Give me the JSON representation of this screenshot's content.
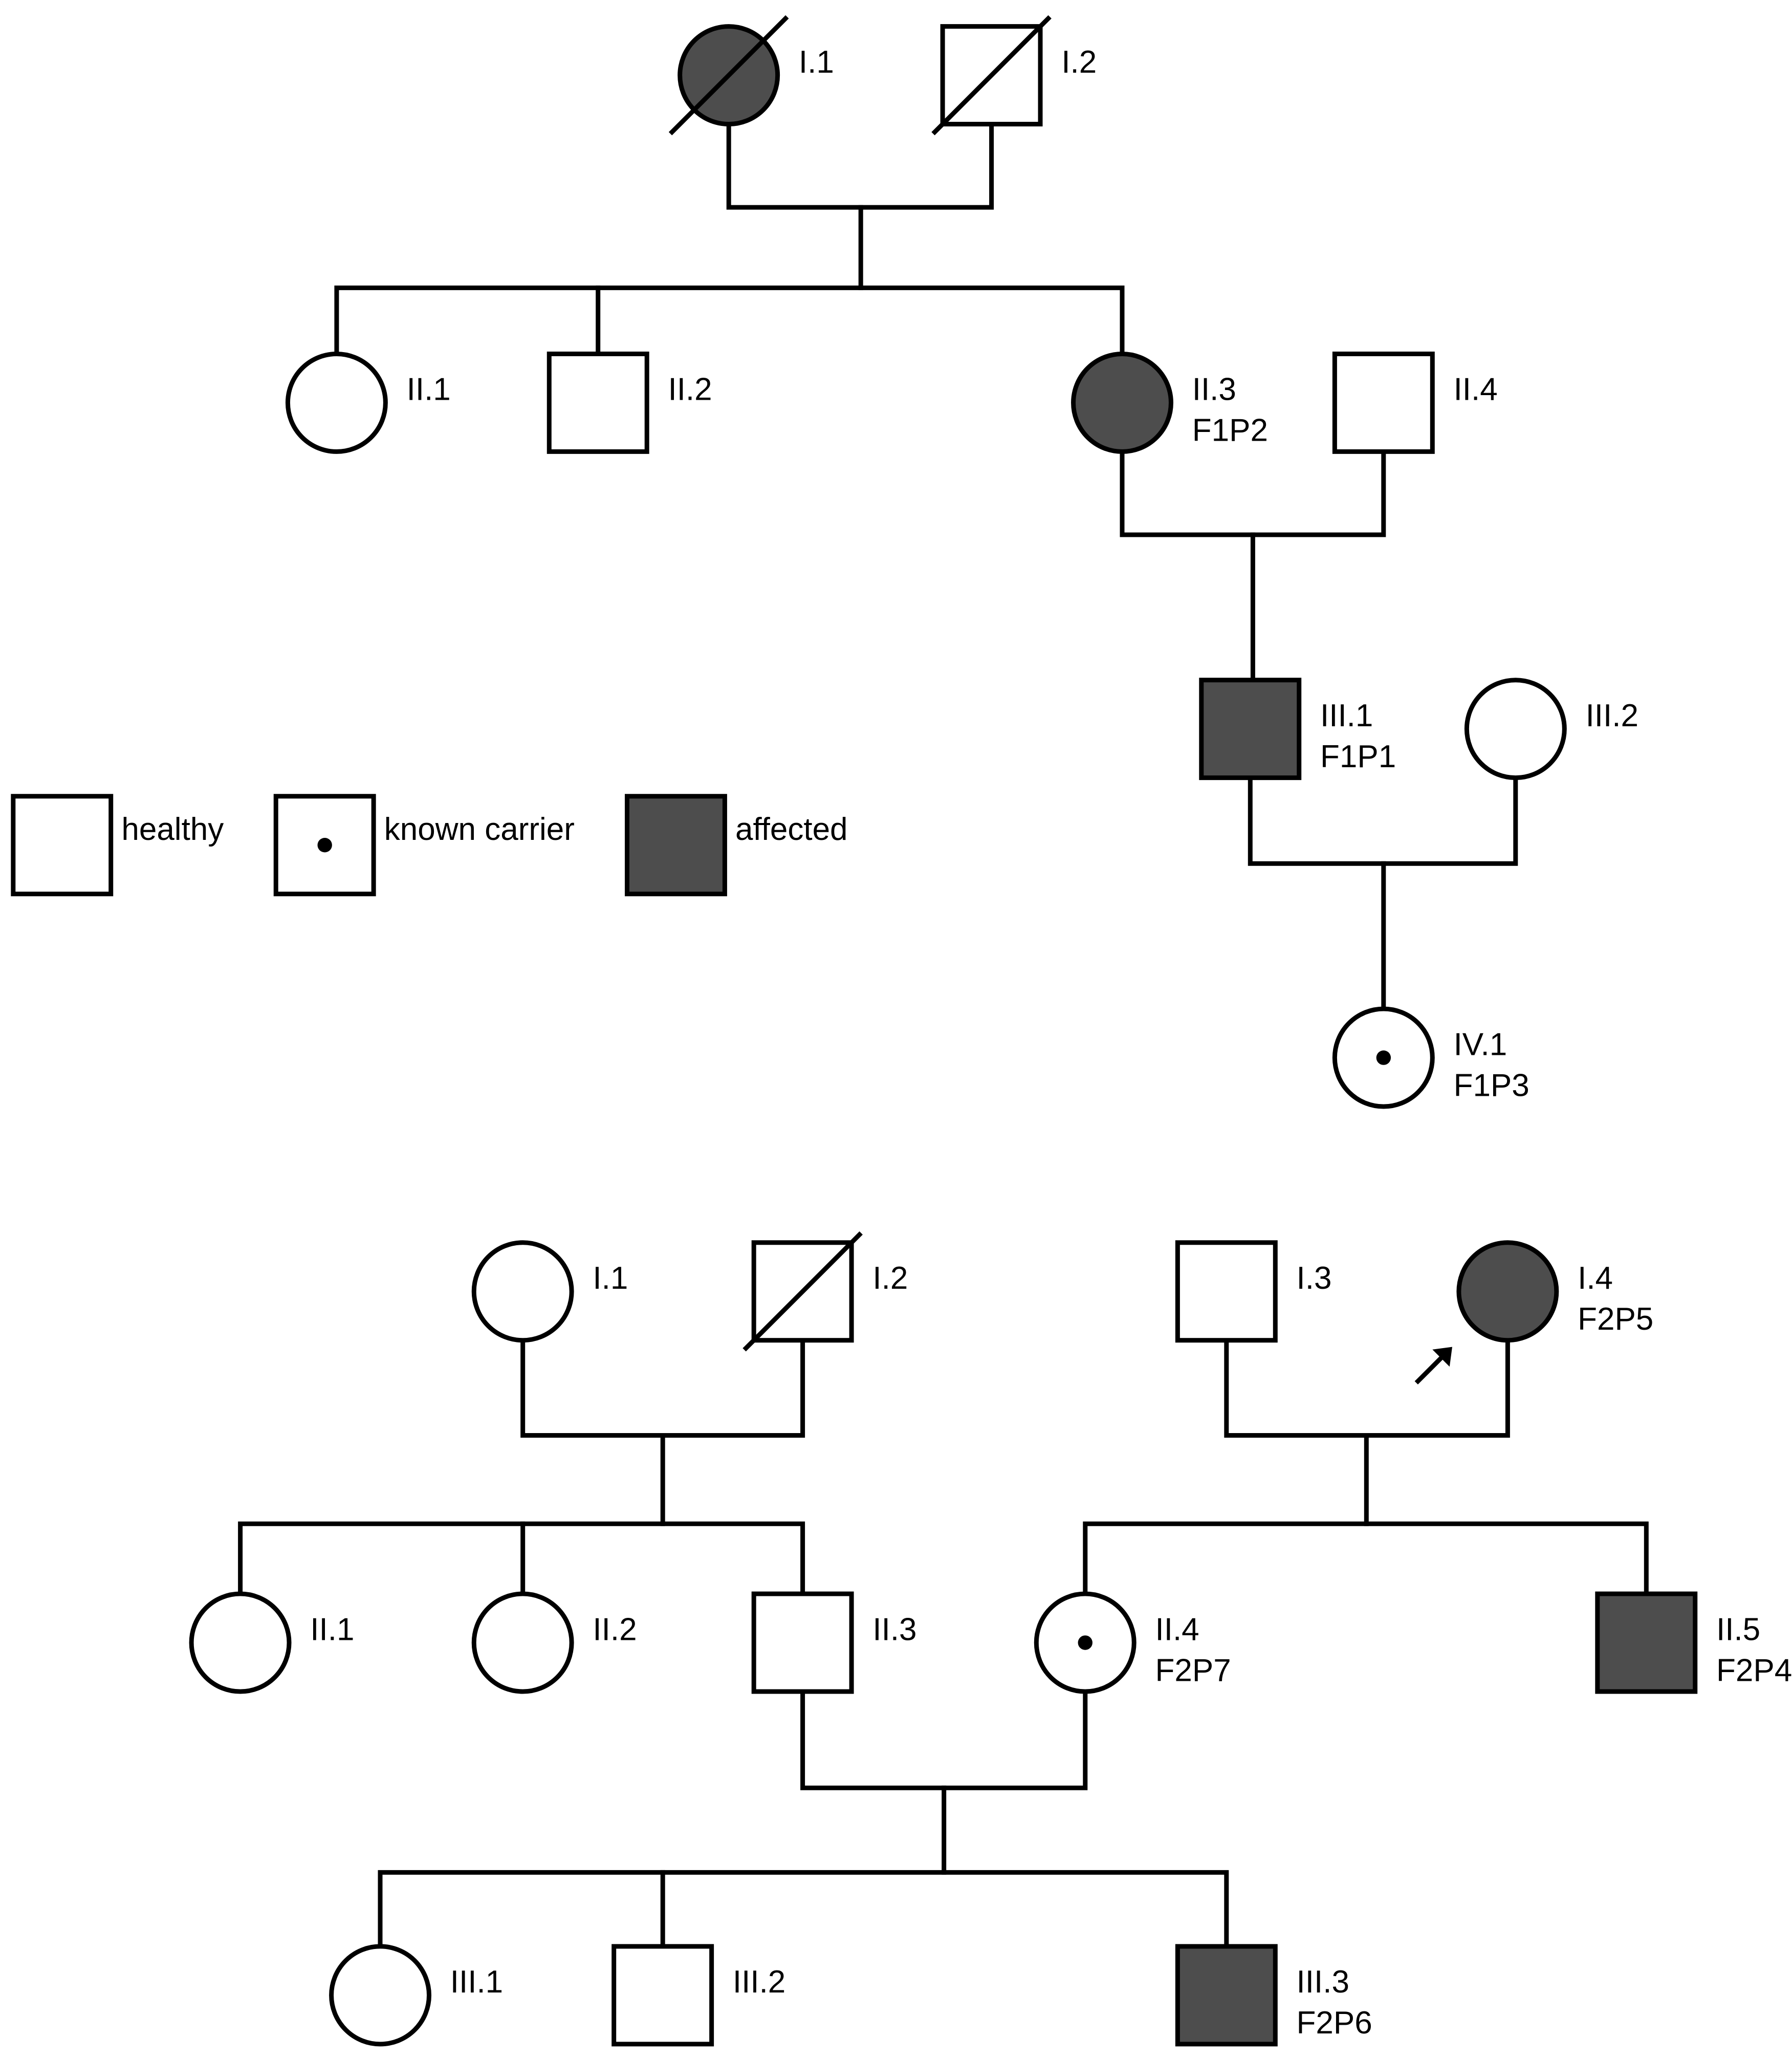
{
  "colors": {
    "affected": "#4d4d4d",
    "healthy": "#ffffff",
    "line": "#000000"
  },
  "legend": [
    {
      "id": "healthy",
      "label": "healthy",
      "status": "healthy",
      "sex": "male"
    },
    {
      "id": "carrier",
      "label": "known carrier",
      "status": "carrier",
      "sex": "male"
    },
    {
      "id": "affected",
      "label": "affected",
      "status": "affected",
      "sex": "male"
    }
  ],
  "families": [
    {
      "id": "family-1",
      "individuals": [
        {
          "id": "f1-I-1",
          "label": "I.1",
          "sex": "female",
          "status": "affected",
          "deceased": true
        },
        {
          "id": "f1-I-2",
          "label": "I.2",
          "sex": "male",
          "status": "healthy",
          "deceased": true
        },
        {
          "id": "f1-II-1",
          "label": "II.1",
          "sex": "female",
          "status": "healthy"
        },
        {
          "id": "f1-II-2",
          "label": "II.2",
          "sex": "male",
          "status": "healthy"
        },
        {
          "id": "f1-II-3",
          "label": "II.3",
          "code": "F1P2",
          "sex": "female",
          "status": "affected"
        },
        {
          "id": "f1-II-4",
          "label": "II.4",
          "sex": "male",
          "status": "healthy"
        },
        {
          "id": "f1-III-1",
          "label": "III.1",
          "code": "F1P1",
          "sex": "male",
          "status": "affected"
        },
        {
          "id": "f1-III-2",
          "label": "III.2",
          "sex": "female",
          "status": "healthy"
        },
        {
          "id": "f1-IV-1",
          "label": "IV.1",
          "code": "F1P3",
          "sex": "female",
          "status": "carrier"
        }
      ]
    },
    {
      "id": "family-2",
      "individuals": [
        {
          "id": "f2-I-1",
          "label": "I.1",
          "sex": "female",
          "status": "healthy"
        },
        {
          "id": "f2-I-2",
          "label": "I.2",
          "sex": "male",
          "status": "healthy",
          "deceased": true
        },
        {
          "id": "f2-I-3",
          "label": "I.3",
          "sex": "male",
          "status": "healthy"
        },
        {
          "id": "f2-I-4",
          "label": "I.4",
          "code": "F2P5",
          "sex": "female",
          "status": "affected",
          "proband": true
        },
        {
          "id": "f2-II-1",
          "label": "II.1",
          "sex": "female",
          "status": "healthy"
        },
        {
          "id": "f2-II-2",
          "label": "II.2",
          "sex": "female",
          "status": "healthy"
        },
        {
          "id": "f2-II-3",
          "label": "II.3",
          "sex": "male",
          "status": "healthy"
        },
        {
          "id": "f2-II-4",
          "label": "II.4",
          "code": "F2P7",
          "sex": "female",
          "status": "carrier"
        },
        {
          "id": "f2-II-5",
          "label": "II.5",
          "code": "F2P4",
          "sex": "male",
          "status": "affected"
        },
        {
          "id": "f2-III-1",
          "label": "III.1",
          "sex": "female",
          "status": "healthy"
        },
        {
          "id": "f2-III-2",
          "label": "III.2",
          "sex": "male",
          "status": "healthy"
        },
        {
          "id": "f2-III-3",
          "label": "III.3",
          "code": "F2P6",
          "sex": "male",
          "status": "affected"
        }
      ]
    }
  ]
}
